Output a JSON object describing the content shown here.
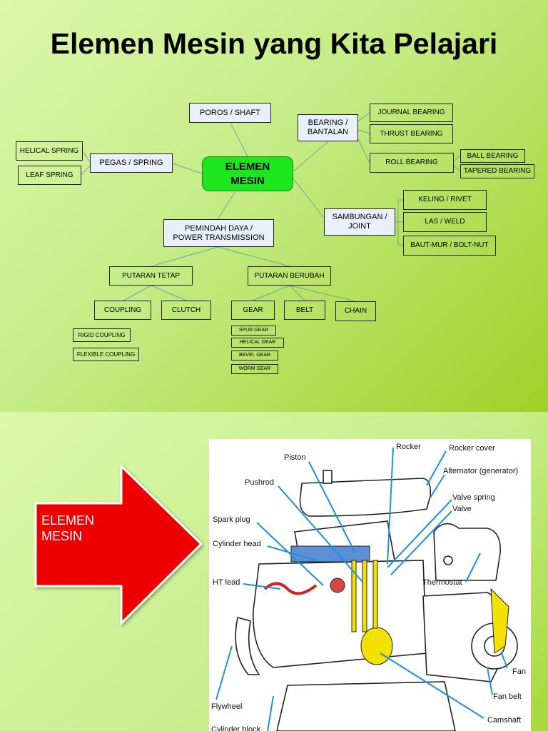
{
  "slide1": {
    "title": "Elemen Mesin yang Kita Pelajari",
    "center": {
      "line1": "ELEMEN",
      "line2": "MESIN"
    },
    "poros": "POROS / SHAFT",
    "bearing": {
      "line1": "BEARING /",
      "line2": "BANTALAN"
    },
    "journal_bearing": "JOURNAL BEARING",
    "thrust_bearing": "THRUST BEARING",
    "roll_bearing": "ROLL BEARING",
    "ball_bearing": "BALL BEARING",
    "tapered_bearing": "TAPERED BEARING",
    "pegas": "PEGAS / SPRING",
    "helical_spring": "HELICAL SPRING",
    "leaf_spring": "LEAF SPRING",
    "sambungan": {
      "line1": "SAMBUNGAN /",
      "line2": "JOINT"
    },
    "keling": "KELING / RIVET",
    "las": "LAS / WELD",
    "baut": "BAUT-MUR / BOLT-NUT",
    "pemindah": {
      "line1": "PEMINDAH DAYA /",
      "line2": "POWER TRANSMISSION"
    },
    "putaran_tetap": "PUTARAN TETAP",
    "putaran_berubah": "PUTARAN BERUBAH",
    "coupling": "COUPLING",
    "clutch": "CLUTCH",
    "gear": "GEAR",
    "belt": "BELT",
    "chain": "CHAIN",
    "rigid_coupling": "RIGID COUPLING",
    "flexible_coupling": "FLEXIBLE COUPLING",
    "spur_gear": "SPUR GEAR",
    "helical_gear": "HELICAL GEAR",
    "bevel_gear": "BEVEL GEAR",
    "worm_gear": "WORM GEAR"
  },
  "slide2": {
    "arrow": {
      "line1": "ELEMEN",
      "line2": "MESIN"
    },
    "labels": {
      "piston": "Piston",
      "rocker": "Rocker",
      "rocker_cover": "Rocker cover",
      "alternator": "Alternator (generator)",
      "pushrod": "Pushrod",
      "valve_spring": "Valve spring",
      "valve": "Valve",
      "spark_plug": "Spark plug",
      "cylinder_head": "Cylinder head",
      "ht_lead": "HT lead",
      "thermostat": "Thermostat",
      "fan": "Fan",
      "fan_belt": "Fan belt",
      "flywheel": "Flywheel",
      "camshaft": "Camshaft",
      "cylinder_block": "Cylinder block"
    }
  },
  "colors": {
    "slide_bg_light": "#dcf8ac",
    "slide_bg_dark": "#9fd127",
    "center_node": "#1ee61e",
    "node_fill": "#e9f0fa",
    "arrow_red": "#ee0000",
    "leader_blue": "#1e8fe0"
  }
}
